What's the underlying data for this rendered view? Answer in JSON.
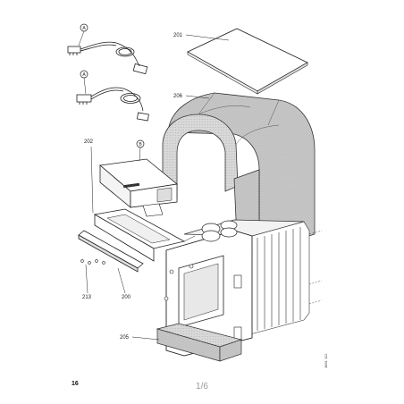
{
  "diagram": {
    "part_labels": {
      "p201": "201",
      "p206": "206",
      "p202": "202",
      "p213": "213",
      "p200": "200",
      "p205": "205"
    },
    "callouts": {
      "cable1": "A",
      "cable2": "A",
      "panel": "B"
    },
    "drawing_code": "4861 112"
  },
  "page": {
    "number": "16",
    "indicator": "1/6"
  }
}
